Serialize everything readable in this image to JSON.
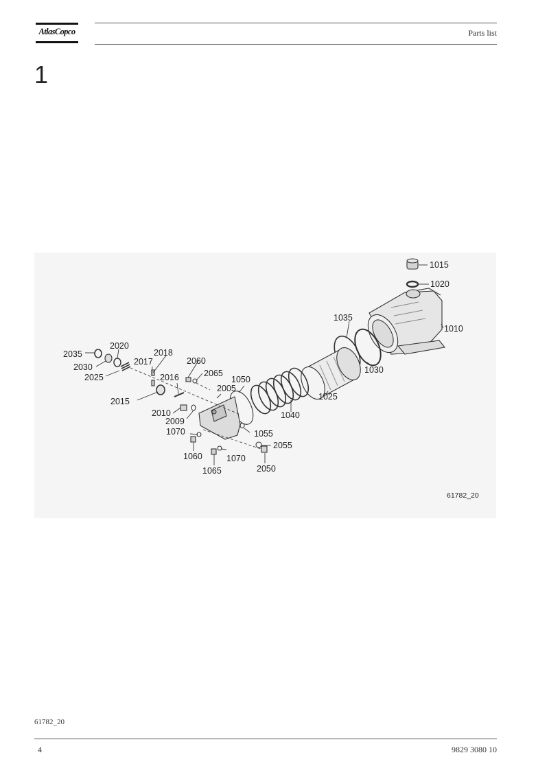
{
  "header": {
    "logo_text": "AtlasCopco",
    "title": "Parts list"
  },
  "section": {
    "number": "1"
  },
  "figure": {
    "reference": "61782_20",
    "callouts": [
      {
        "label": "1015"
      },
      {
        "label": "1020"
      },
      {
        "label": "1010"
      },
      {
        "label": "1035"
      },
      {
        "label": "1030"
      },
      {
        "label": "1025"
      },
      {
        "label": "1040"
      },
      {
        "label": "1050"
      },
      {
        "label": "1055"
      },
      {
        "label": "2035"
      },
      {
        "label": "2020"
      },
      {
        "label": "2030"
      },
      {
        "label": "2025"
      },
      {
        "label": "2017"
      },
      {
        "label": "2018"
      },
      {
        "label": "2015"
      },
      {
        "label": "2016"
      },
      {
        "label": "2060"
      },
      {
        "label": "2065"
      },
      {
        "label": "2005"
      },
      {
        "label": "2010"
      },
      {
        "label": "2009"
      },
      {
        "label": "1070"
      },
      {
        "label": "1060"
      },
      {
        "label": "1065"
      },
      {
        "label": "1070"
      },
      {
        "label": "2055"
      },
      {
        "label": "2050"
      }
    ]
  },
  "footer": {
    "figure_ref": "61782_20",
    "page_number": "4",
    "document_number": "9829 3080 10"
  }
}
